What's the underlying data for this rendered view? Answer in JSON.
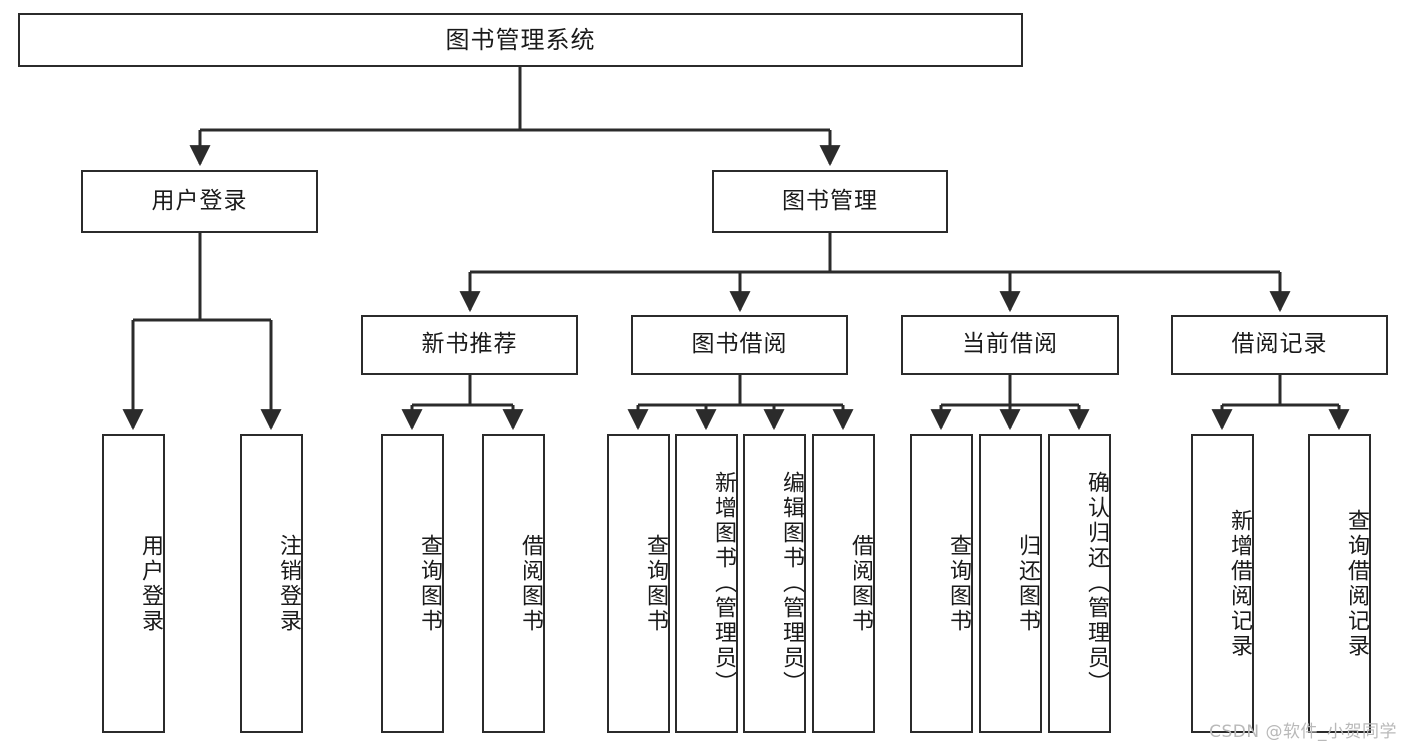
{
  "diagram": {
    "title": "图书管理系统",
    "type": "tree-hierarchy-chart",
    "orientation": "top-down",
    "colors": {
      "box_border": "#2b2b2b",
      "box_fill": "#ffffff",
      "edge": "#2b2b2b",
      "text": "#1a1a1a",
      "watermark": "#b9b9b9",
      "background": "#ffffff"
    }
  },
  "root": {
    "label": "图书管理系统"
  },
  "level2": [
    {
      "label": "用户登录"
    },
    {
      "label": "图书管理"
    }
  ],
  "level3": [
    {
      "label": "新书推荐"
    },
    {
      "label": "图书借阅"
    },
    {
      "label": "当前借阅"
    },
    {
      "label": "借阅记录"
    }
  ],
  "leaves": {
    "user_login": [
      {
        "label": "用户登录"
      },
      {
        "label": "注销登录"
      }
    ],
    "new_book_recommend": [
      {
        "label": "查询图书"
      },
      {
        "label": "借阅图书"
      }
    ],
    "book_borrow": [
      {
        "label": "查询图书"
      },
      {
        "label": "新增图书（管理员）"
      },
      {
        "label": "编辑图书（管理员）"
      },
      {
        "label": "借阅图书"
      }
    ],
    "current_borrow": [
      {
        "label": "查询图书"
      },
      {
        "label": "归还图书"
      },
      {
        "label": "确认归还（管理员）"
      }
    ],
    "borrow_record": [
      {
        "label": "新增借阅记录"
      },
      {
        "label": "查询借阅记录"
      }
    ]
  },
  "watermark": {
    "text": "CSDN @软件_小贺同学"
  }
}
